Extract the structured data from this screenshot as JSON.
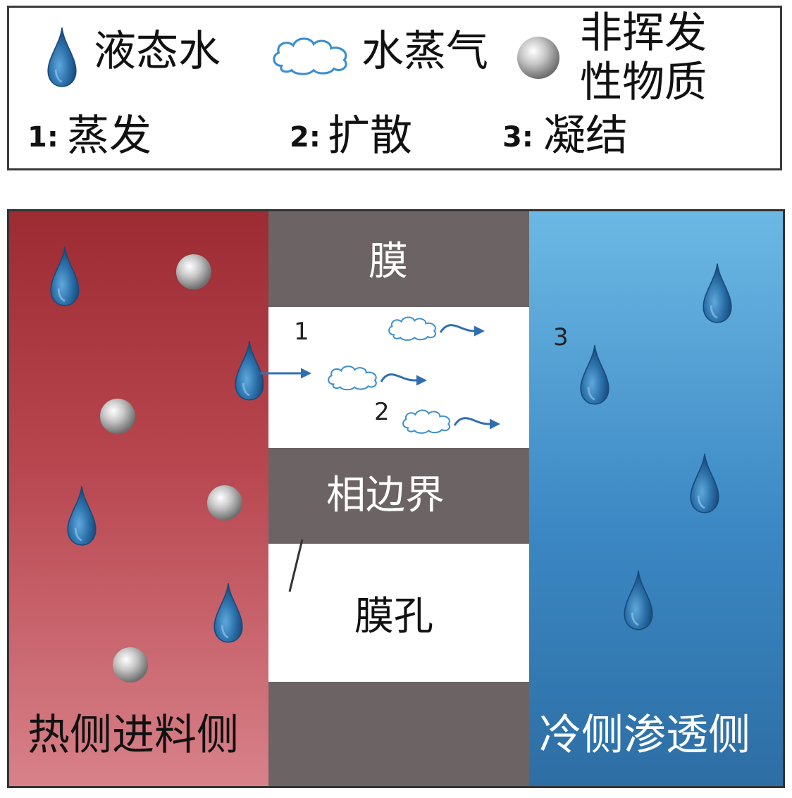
{
  "legend": {
    "liquid_water": "液态水",
    "water_vapor": "水蒸气",
    "nonvolatile_line1": "非挥发",
    "nonvolatile_line2": "性物质",
    "step1_num": "1:",
    "step1_text": "蒸发",
    "step2_num": "2:",
    "step2_text": "扩散",
    "step3_num": "3:",
    "step3_text": "凝结"
  },
  "diagram": {
    "membrane": "膜",
    "phase_boundary": "相边界",
    "membrane_pore": "膜孔",
    "hot_side": "热侧进料侧",
    "cold_side": "冷侧渗透侧",
    "label_1": "1",
    "label_2": "2",
    "label_3": "3"
  },
  "colors": {
    "hot_side": "#b84750",
    "cold_side": "#3b88c4",
    "membrane": "#6c6464",
    "droplet": "#2a6fa8",
    "vapor_outline": "#3b8fd0",
    "arrow": "#2f6fb0"
  },
  "icons": {
    "droplet": "water-drop-icon",
    "vapor": "cloud-icon",
    "particle": "gray-sphere-icon"
  }
}
